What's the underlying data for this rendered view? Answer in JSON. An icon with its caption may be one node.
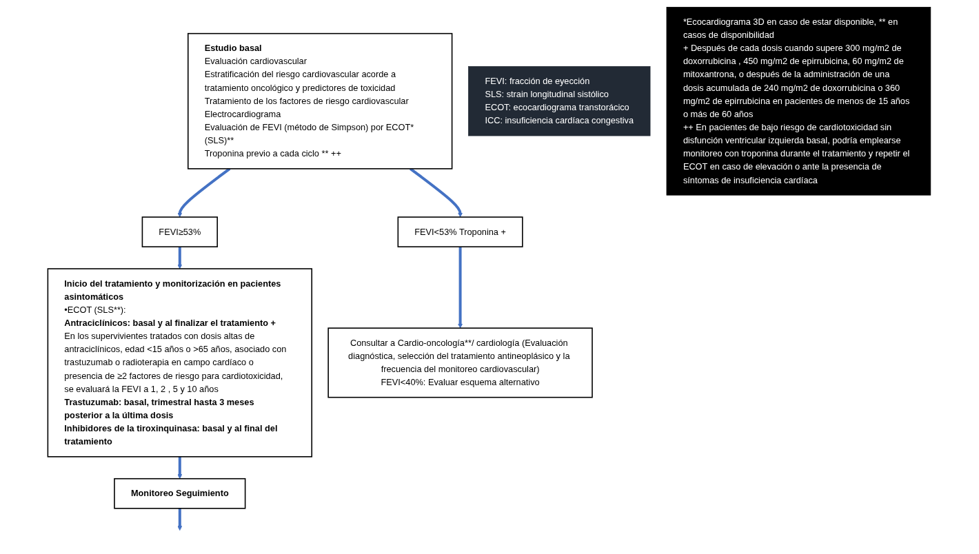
{
  "diagram": {
    "nodes": [
      {
        "text": [
          "Estudio basal",
          "Evaluación cardiovascular",
          "Estratificación del riesgo cardiovascular acorde a tratamiento oncológico y predictores de toxicidad",
          "Tratamiento de los factores de riesgo cardiovascular",
          "Electrocardiograma",
          "Evaluación de FEVI (método de Simpson) por ECOT* (SLS)**",
          "Troponina previo a cada ciclo ** ++"
        ]
      },
      {
        "text": [
          "FEVI≥53%"
        ]
      },
      {
        "text": [
          "Inicio del tratamiento y monitorización en pacientes asintomáticos",
          "•ECOT (SLS**):",
          "Antraciclínicos: basal y al finalizar el tratamiento +",
          "En los supervivientes tratados con dosis altas de antraciclínicos, edad <15 años o >65 años, asociado con trastuzumab o radioterapia en campo cardíaco o presencia de ≥2 factores de riesgo para cardiotoxicidad, se evaluará la FEVI a 1, 2 , 5 y 10 años",
          "Trastuzumab: basal, trimestral hasta 3 meses posterior a la última dosis",
          "Inhibidores de la tiroxinquinasa: basal y al final del tratamiento"
        ]
      },
      {
        "text": [
          "Monitoreo Seguimiento"
        ]
      },
      {
        "text": [
          "FEVI<53% Troponina +"
        ]
      },
      {
        "text": [
          "Consultar a Cardio-oncología**/ cardiología (Evaluación diagnóstica, selección del tratamiento antineoplásico y la frecuencia del monitoreo cardiovascular)",
          "FEVI<40%: Evaluar esquema alternativo"
        ]
      },
      {
        "text": [
          "FEVI: fracción de eyección",
          "SLS: strain longitudinal sistólico",
          "ECOT: ecocardiograma transtorácico",
          "ICC: insuficiencia cardíaca congestiva"
        ]
      },
      {
        "text": [
          "*Ecocardiograma 3D en caso de estar disponible, ** en casos de disponibilidad",
          "+ Después de cada dosis cuando supere 300 mg/m2 de doxorrubicina , 450 mg/m2 de epirrubicina, 60 mg/m2 de mitoxantrona, o después de la administración de una dosis acumulada de 240 mg/m2 de doxorrubicina o 360 mg/m2 de epirrubicina en pacientes de menos de 15 años o más de 60 años",
          "++ En pacientes de bajo riesgo de cardiotoxicidad sin disfunción ventricular izquierda basal, podría emplearse monitoreo con troponina durante el tratamiento y repetir el ECOT en caso de elevación o ante la presencia de síntomas de insuficiencia cardíaca"
        ]
      }
    ],
    "edges": [
      {
        "from": 0,
        "to": 1,
        "arrow": "to"
      },
      {
        "from": 1,
        "to": 2,
        "arrow": "to"
      },
      {
        "from": 0,
        "to": 4,
        "arrow": "to"
      },
      {
        "from": 4,
        "to": 5,
        "arrow": "to"
      },
      {
        "from": 2,
        "to": 3,
        "arrow": "to"
      },
      {
        "from": 3,
        "to": null,
        "arrow": "to"
      }
    ]
  }
}
